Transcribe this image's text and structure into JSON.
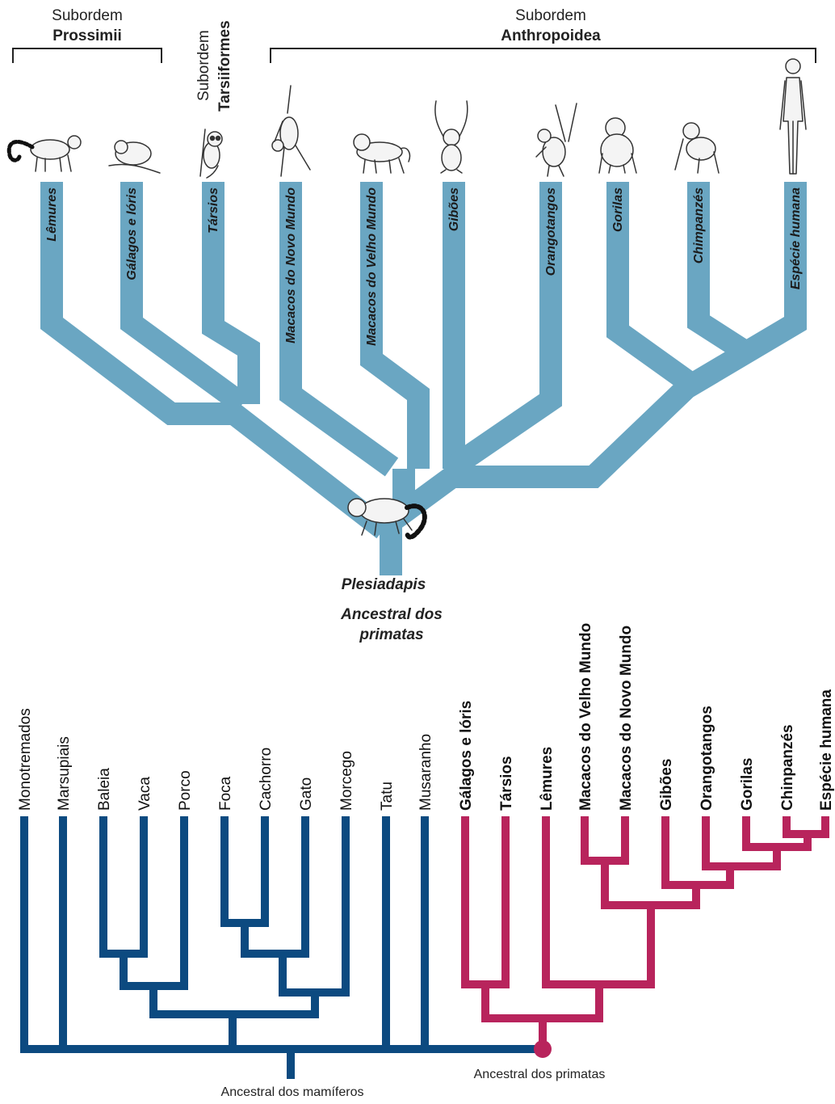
{
  "top_tree": {
    "suborders": {
      "prosimii": {
        "prefix": "Subordem",
        "name": "Prossimii"
      },
      "tarsiiformes": {
        "prefix": "Subordem",
        "name": "Tarsiiformes"
      },
      "anthropoidea": {
        "prefix": "Subordem",
        "name": "Anthropoidea"
      }
    },
    "branches": [
      "Lêmures",
      "Gálagos e lóris",
      "Társios",
      "Macacos do Novo Mundo",
      "Macacos do Velho Mundo",
      "Gibões",
      "Orangotangos",
      "Gorilas",
      "Chimpanzés",
      "Espécie humana"
    ],
    "ancestor_genus": "Plesiadapis",
    "ancestor_label_line1": "Ancestral dos",
    "ancestor_label_line2": "primatas",
    "branch_color": "#6aa6c2"
  },
  "bottom_tree": {
    "mammals": [
      "Monotremados",
      "Marsupiais",
      "Baleia",
      "Vaca",
      "Porco",
      "Foca",
      "Cachorro",
      "Gato",
      "Morcego",
      "Tatu",
      "Musaranho"
    ],
    "primates": [
      "Gálagos e lóris",
      "Társios",
      "Lêmures",
      "Macacos do Velho Mundo",
      "Macacos do Novo Mundo",
      "Gibões",
      "Orangotangos",
      "Gorilas",
      "Chinpanzés",
      "Espécie humana"
    ],
    "mammal_ancestor_label": "Ancestral dos mamíferos",
    "primate_ancestor_label": "Ancestral dos primatas",
    "mammal_color": "#0c4a80",
    "primate_color": "#b8245c"
  }
}
